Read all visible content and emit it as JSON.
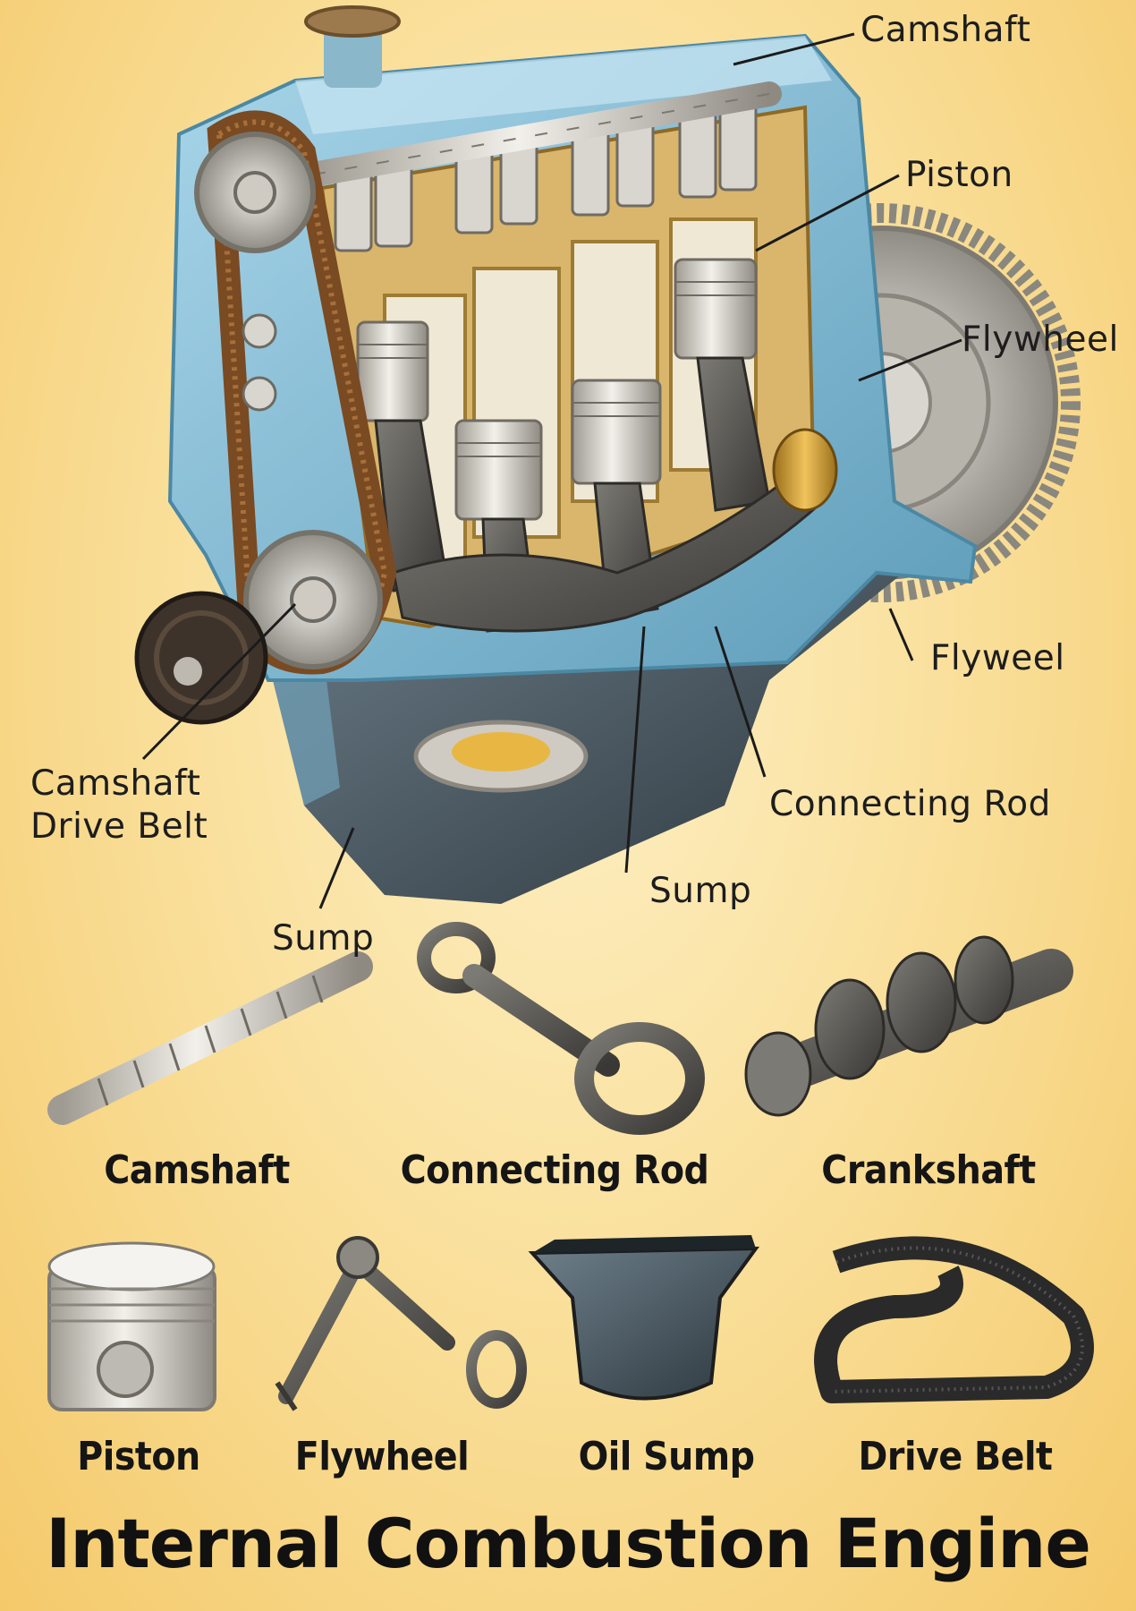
{
  "title": "Internal Combustion Engine",
  "callouts": {
    "camshaft": "Camshaft",
    "piston": "Piston",
    "flywheel": "Flywheel",
    "flyweel": "Flyweel",
    "connecting_rod": "Connecting Rod",
    "sump_center": "Sump",
    "sump_left": "Sump",
    "camshaft_drive_belt_line1": "Camshaft",
    "camshaft_drive_belt_line2": "Drive Belt"
  },
  "parts_row1": [
    "Camshaft",
    "Connecting Rod",
    "Crankshaft"
  ],
  "parts_row2": [
    "Piston",
    "Flywheel",
    "Oil Sump",
    "Drive Belt"
  ],
  "colors": {
    "block": "#8cc3dc",
    "block_shadow": "#5f9cb8",
    "sump": "#4b5a63",
    "belt": "#7a4a22",
    "metal": "#c9c6bd",
    "brass": "#c8992d"
  }
}
